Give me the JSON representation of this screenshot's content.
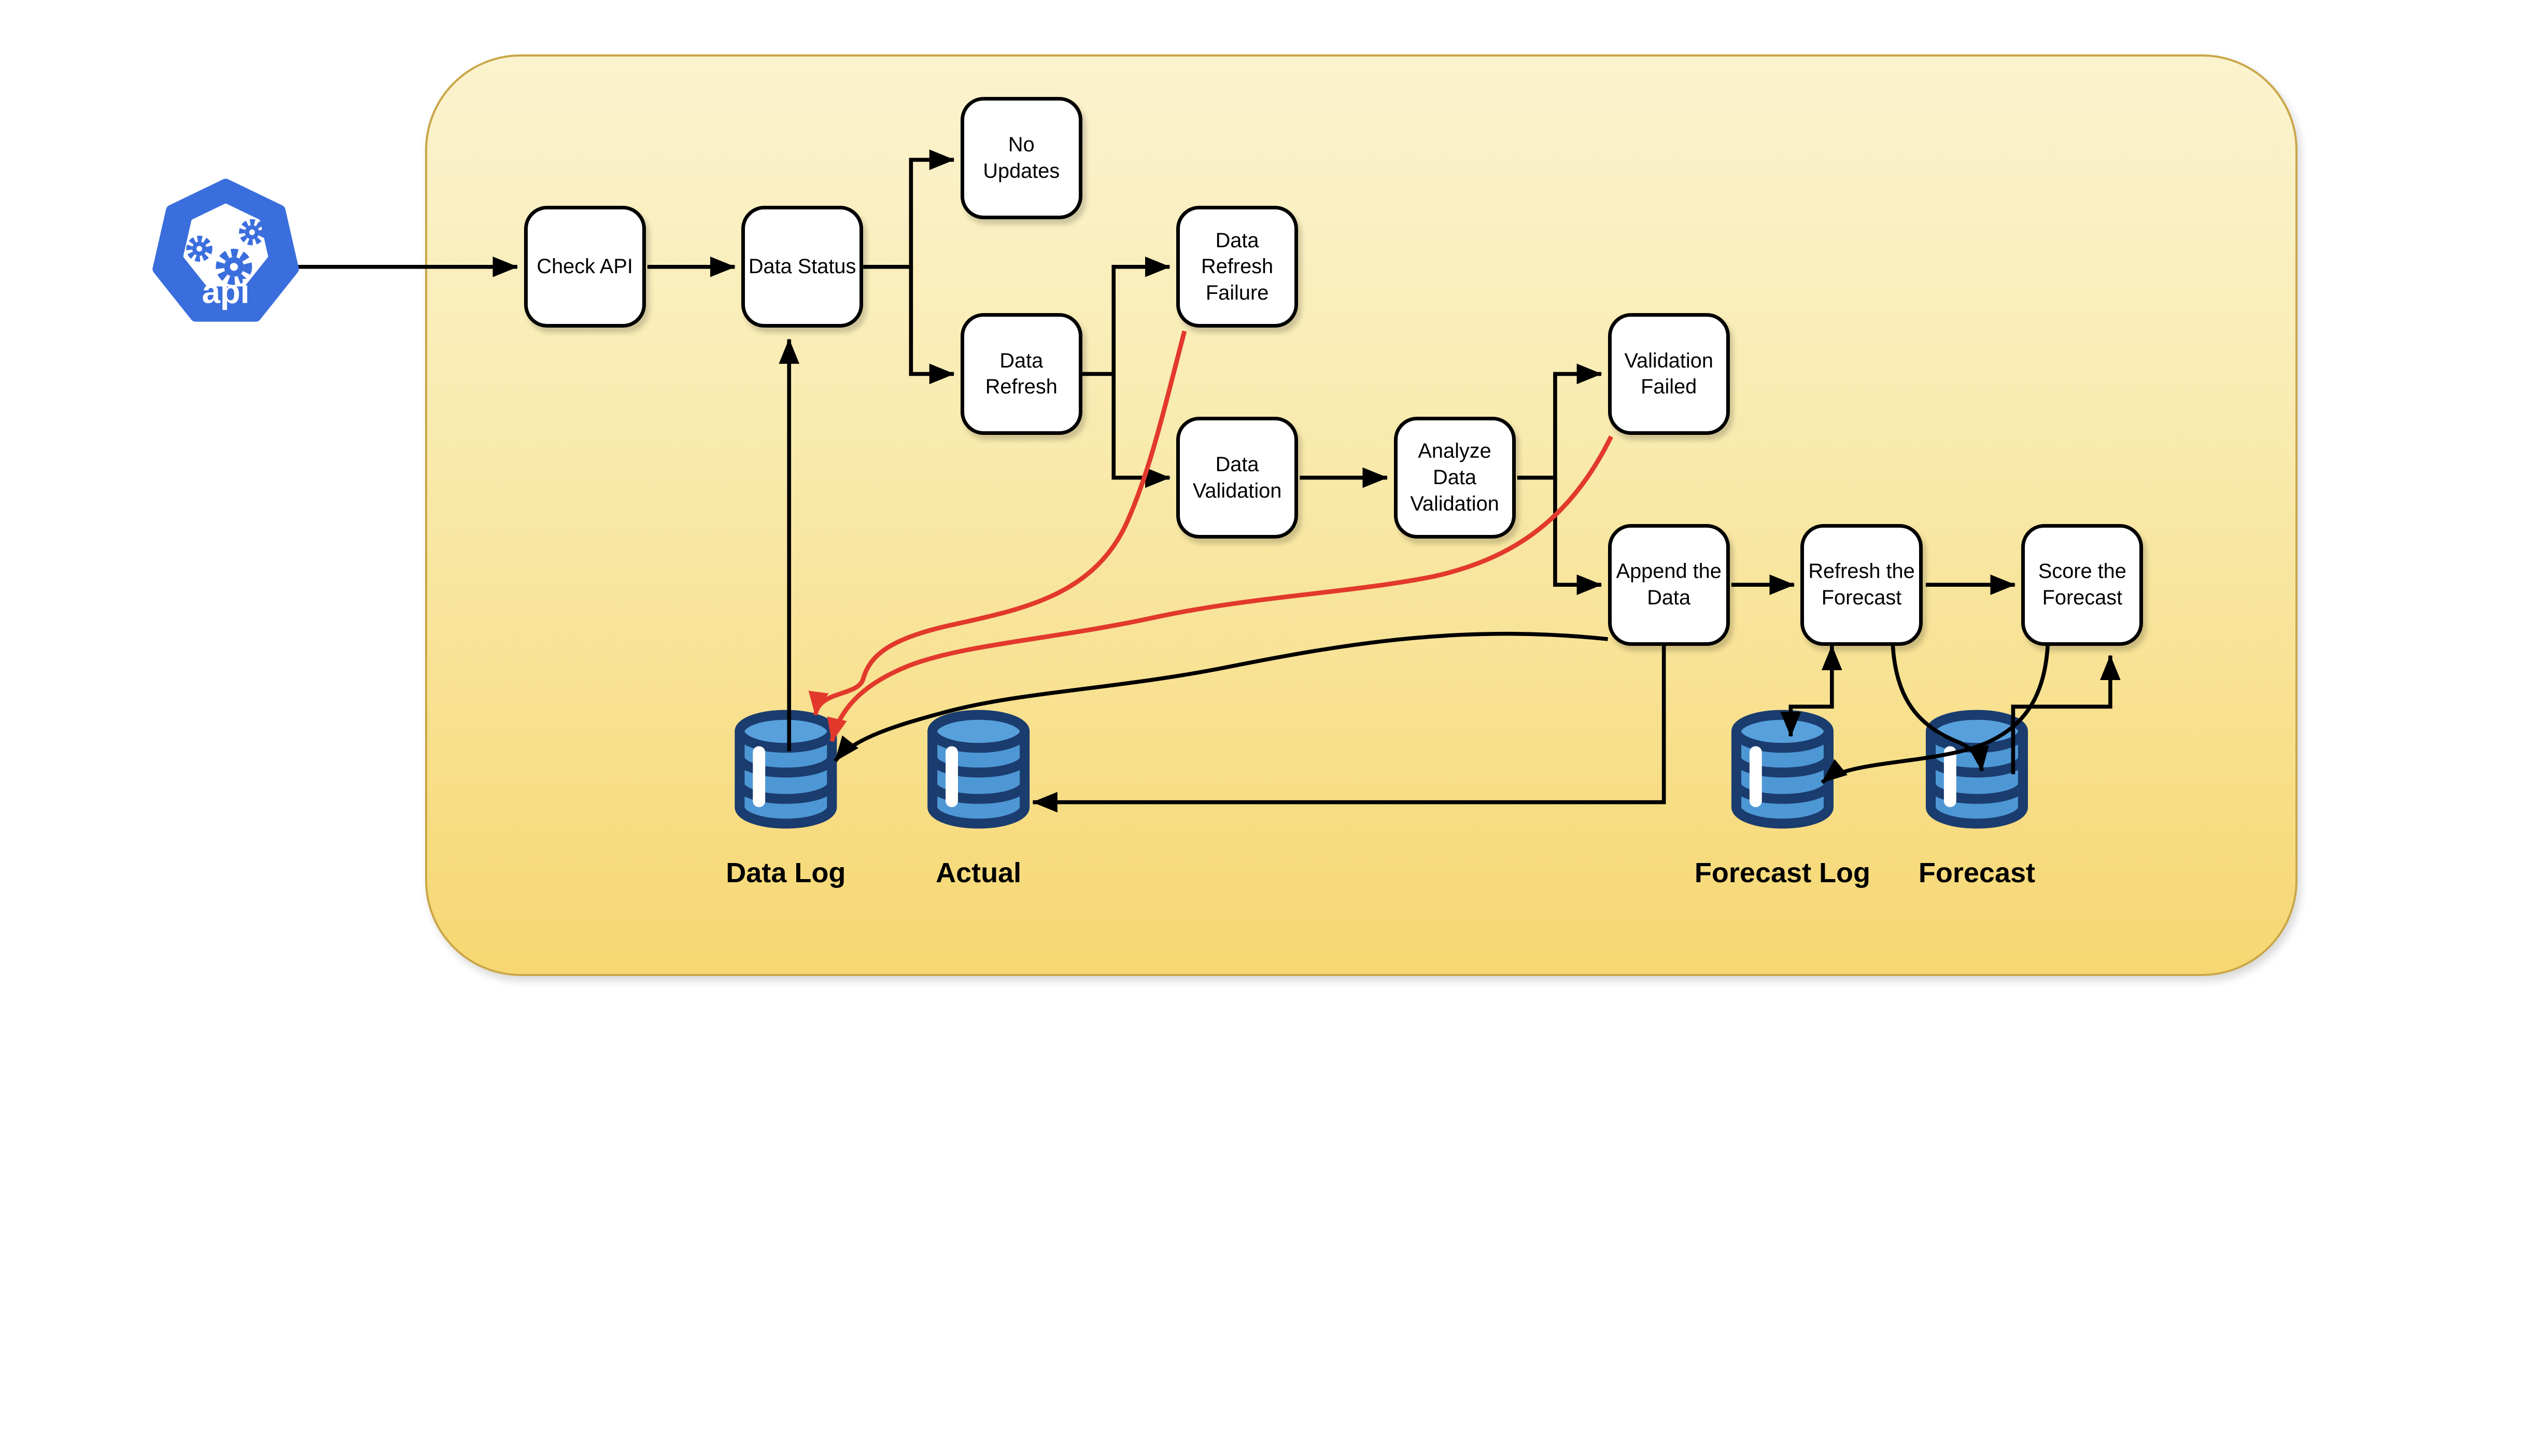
{
  "api_icon": {
    "label": "api",
    "color": "#3b6edd"
  },
  "nodes": {
    "check_api": {
      "label": "Check API"
    },
    "data_status": {
      "label": "Data Status"
    },
    "no_updates": {
      "label": "No\nUpdates"
    },
    "data_refresh": {
      "label": "Data\nRefresh"
    },
    "data_refresh_failure": {
      "label": "Data\nRefresh\nFailure"
    },
    "data_validation": {
      "label": "Data\nValidation"
    },
    "analyze_data_validation": {
      "label": "Analyze\nData\nValidation"
    },
    "validation_failed": {
      "label": "Validation\nFailed"
    },
    "append_the_data": {
      "label": "Append the\nData"
    },
    "refresh_the_forecast": {
      "label": "Refresh the\nForecast"
    },
    "score_the_forecast": {
      "label": "Score the\nForecast"
    }
  },
  "datastores": {
    "data_log": {
      "label": "Data Log"
    },
    "actual": {
      "label": "Actual"
    },
    "forecast_log": {
      "label": "Forecast Log"
    },
    "forecast": {
      "label": "Forecast"
    }
  },
  "edges": [
    {
      "from": "api",
      "to": "check_api",
      "color": "black"
    },
    {
      "from": "check_api",
      "to": "data_status",
      "color": "black"
    },
    {
      "from": "data_status",
      "to": "no_updates",
      "color": "black"
    },
    {
      "from": "data_status",
      "to": "data_refresh",
      "color": "black"
    },
    {
      "from": "data_refresh",
      "to": "data_refresh_failure",
      "color": "black"
    },
    {
      "from": "data_refresh",
      "to": "data_validation",
      "color": "black"
    },
    {
      "from": "data_validation",
      "to": "analyze_data_validation",
      "color": "black"
    },
    {
      "from": "analyze_data_validation",
      "to": "validation_failed",
      "color": "black"
    },
    {
      "from": "analyze_data_validation",
      "to": "append_the_data",
      "color": "black"
    },
    {
      "from": "append_the_data",
      "to": "refresh_the_forecast",
      "color": "black"
    },
    {
      "from": "refresh_the_forecast",
      "to": "score_the_forecast",
      "color": "black"
    },
    {
      "from": "data_log",
      "to": "data_status",
      "color": "black"
    },
    {
      "from": "data_refresh_failure",
      "to": "data_log",
      "color": "red"
    },
    {
      "from": "validation_failed",
      "to": "data_log",
      "color": "red"
    },
    {
      "from": "append_the_data",
      "to": "data_log",
      "color": "black"
    },
    {
      "from": "append_the_data",
      "to": "actual",
      "color": "black"
    },
    {
      "from": "forecast_log",
      "to": "refresh_the_forecast",
      "color": "black",
      "bidirectional": true
    },
    {
      "from": "refresh_the_forecast",
      "to": "forecast",
      "color": "black"
    },
    {
      "from": "forecast",
      "to": "score_the_forecast",
      "color": "black"
    },
    {
      "from": "score_the_forecast",
      "to": "forecast_log",
      "color": "black"
    }
  ],
  "colors": {
    "edge": "#000000",
    "error_edge": "#e2392c",
    "container_top": "#fbf3cf",
    "container_bottom": "#f6d771",
    "container_border": "#c9a648",
    "db_body": "#4e97d5",
    "db_outline": "#1a3c6e",
    "icon_blue": "#3b6edd"
  }
}
